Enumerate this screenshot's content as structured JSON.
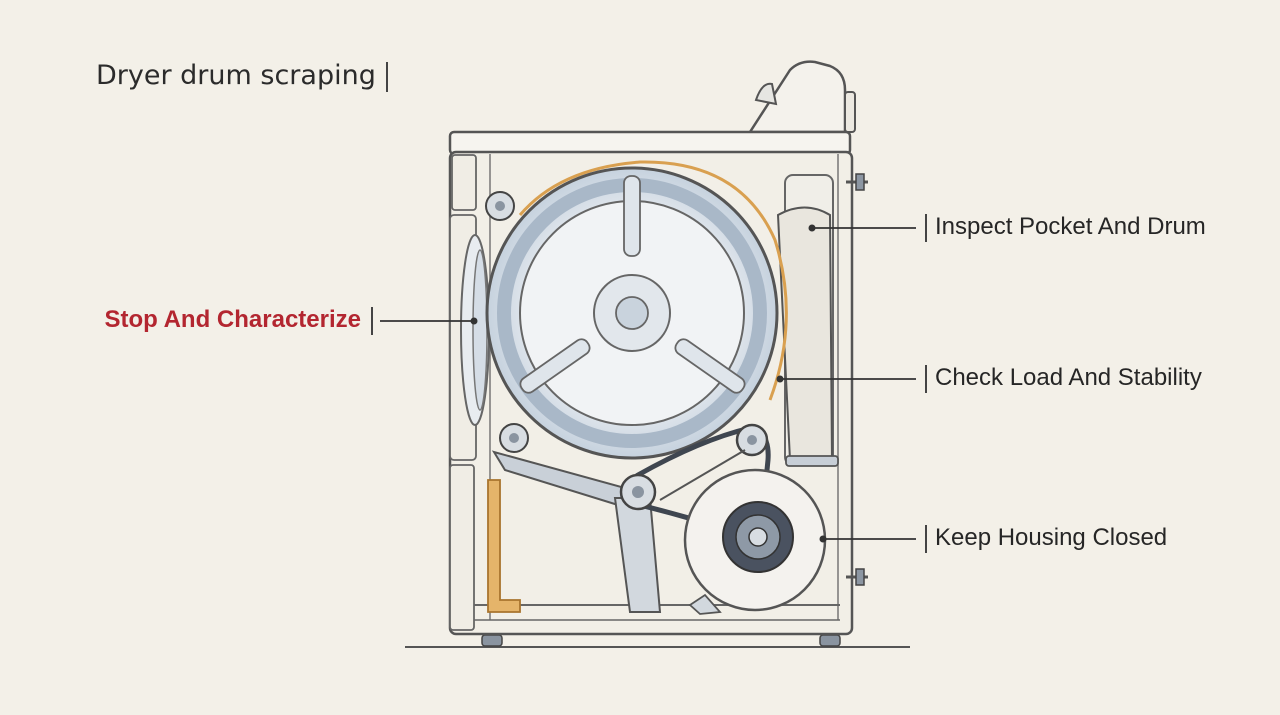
{
  "title": "Dryer drum scraping",
  "labels": {
    "stop": "Stop And Characterize",
    "inspect": "Inspect Pocket And Drum",
    "check": "Check Load And Stability",
    "keep": "Keep Housing Closed"
  },
  "colors": {
    "background": "#f3f0e8",
    "alert": "#b32630",
    "belt_accent": "#d9a050",
    "drum": "#b9c7d6"
  }
}
